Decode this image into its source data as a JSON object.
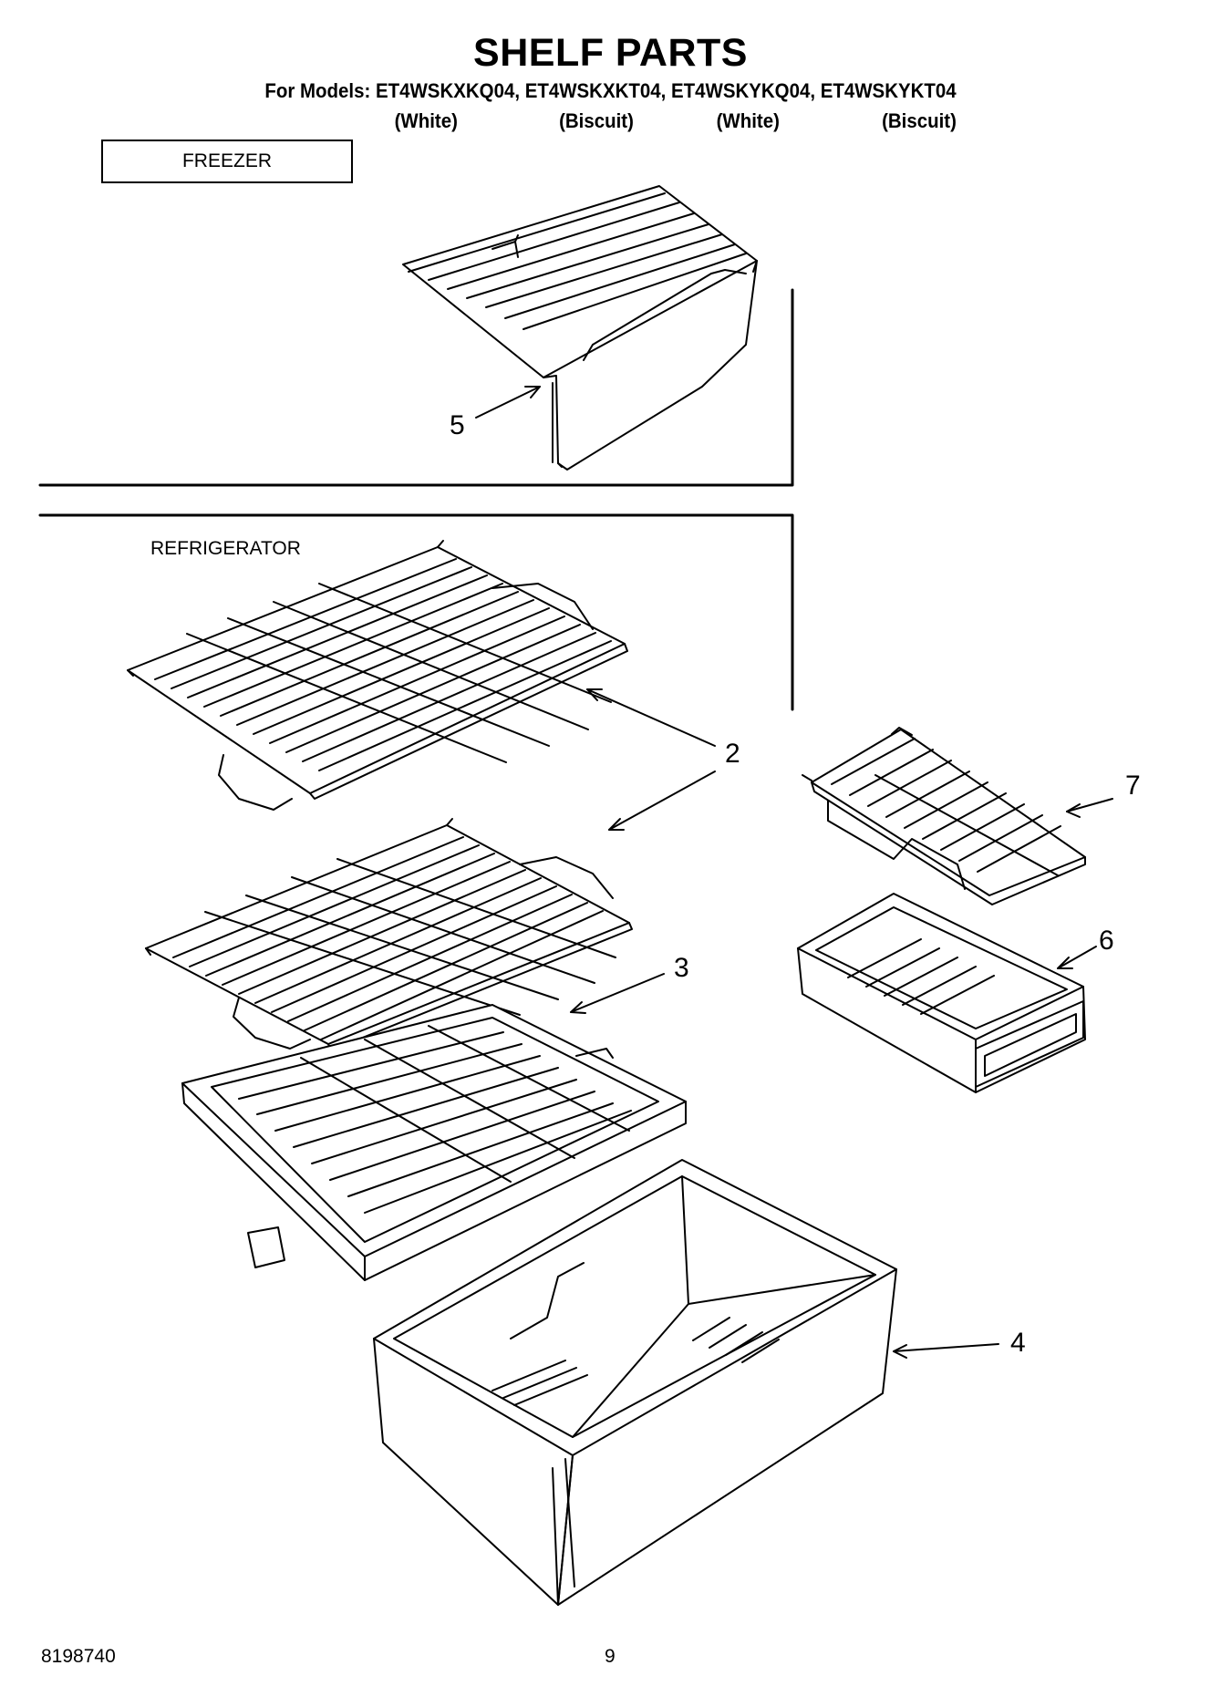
{
  "header": {
    "title": "SHELF PARTS",
    "models_line": "For Models: ET4WSKXKQ04, ET4WSKXKT04, ET4WSKYKQ04, ET4WSKYKT04",
    "colors": [
      "(White)",
      "(Biscuit)",
      "(White)",
      "(Biscuit)"
    ]
  },
  "sections": {
    "freezer": "FREEZER",
    "refrigerator": "REFRIGERATOR"
  },
  "callouts": [
    {
      "number": "5",
      "part": "freezer-wire-shelf"
    },
    {
      "number": "2",
      "part": "refrigerator-wire-shelf"
    },
    {
      "number": "7",
      "part": "small-wire-shelf"
    },
    {
      "number": "6",
      "part": "deli-drawer"
    },
    {
      "number": "3",
      "part": "crisper-cover"
    },
    {
      "number": "4",
      "part": "crisper-drawer"
    }
  ],
  "footer": {
    "doc_number": "8198740",
    "page_number": "9"
  }
}
